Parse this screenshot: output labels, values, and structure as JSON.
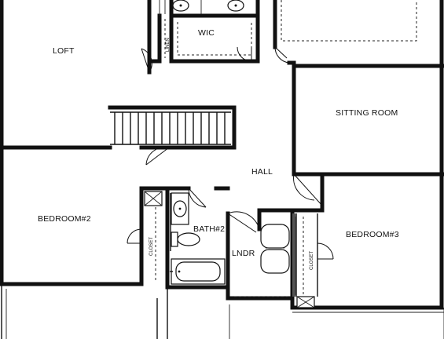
{
  "rooms": {
    "loft": "LOFT",
    "wic": "WIC",
    "linen": "LINEN",
    "sitting_room": "SITTING ROOM",
    "hall": "HALL",
    "bedroom2": "BEDROOM#2",
    "bath2": "BATH#2",
    "lndr": "LNDR",
    "bedroom3": "BEDROOM#3",
    "closet_left": "CLOSET",
    "closet_right": "CLOSET"
  }
}
